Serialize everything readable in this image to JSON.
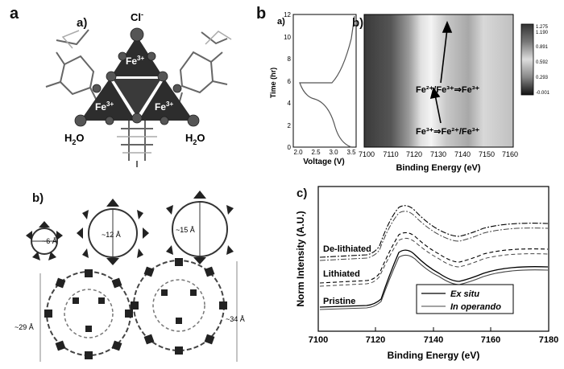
{
  "figure": {
    "panel_a_letter": "a",
    "panel_b_letter": "b",
    "a_top": {
      "sublabel": "a)",
      "chloride": "Cl",
      "chloride_charge": "-",
      "iron_top": "Fe",
      "iron_left": "Fe",
      "iron_right": "Fe",
      "iron_charge": "3+",
      "water_left": "H",
      "water_right": "H",
      "water_sub": "2",
      "water_tail": "O"
    },
    "a_bottom": {
      "sublabel": "b)",
      "pore_small": "~6 Å",
      "pore_medium": "~12 Å",
      "pore_large": "~15 Å",
      "cage_left": "~29 Å",
      "cage_right": "~34 Å"
    },
    "b_top": {
      "sublabel_left": "a)",
      "sublabel_right": "b)",
      "time_axis_label": "Time (hr)",
      "voltage_axis_label": "Voltage (V)",
      "time_ticks": [
        "0",
        "2",
        "4",
        "6",
        "8",
        "10",
        "12"
      ],
      "voltage_ticks": [
        "2.0",
        "2.5",
        "3.0",
        "3.5"
      ],
      "energy_ticks": [
        "7100",
        "7110",
        "7120",
        "7130",
        "7140",
        "7150",
        "7160"
      ],
      "energy_axis_label": "Binding Energy (eV)",
      "colorbar_ticks": [
        "1.275",
        "1.190",
        "0.891",
        "0.592",
        "0.293",
        "-0.001"
      ],
      "annot_upper": "Fe²⁺/Fe³⁺⇒Fe³⁺",
      "annot_lower": "Fe³⁺⇒Fe²⁺/Fe³⁺"
    },
    "b_bottom": {
      "sublabel": "c)",
      "y_axis_label": "Norm Intensity (A.U.)",
      "x_axis_label": "Binding Energy (eV)",
      "x_ticks": [
        "7100",
        "7120",
        "7140",
        "7160",
        "7180"
      ],
      "label_delithiated": "De-lithiated",
      "label_lithiated": "Lithiated",
      "label_pristine": "Pristine",
      "legend_ex_situ": "Ex situ",
      "legend_in_operando": "In operando"
    }
  }
}
